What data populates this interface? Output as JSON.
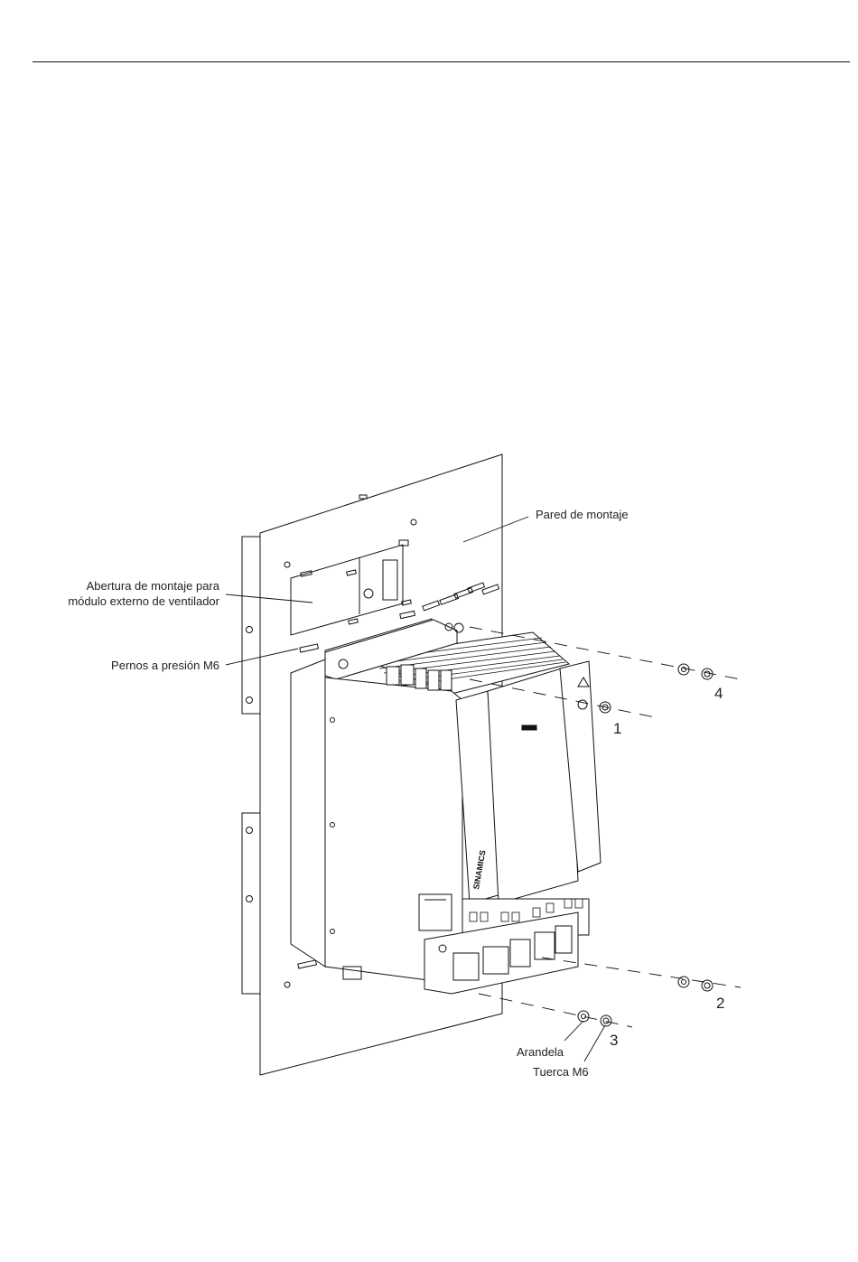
{
  "labels": {
    "wall": "Pared de montaje",
    "opening_line1": "Abertura de montaje para",
    "opening_line2": "módulo externo de ventilador",
    "bolts": "Pernos a presión M6",
    "washer": "Arandela",
    "nut": "Tuerca M6"
  },
  "callouts": {
    "c1": "1",
    "c2": "2",
    "c3": "3",
    "c4": "4"
  },
  "device": {
    "brand": "SINAMICS"
  }
}
